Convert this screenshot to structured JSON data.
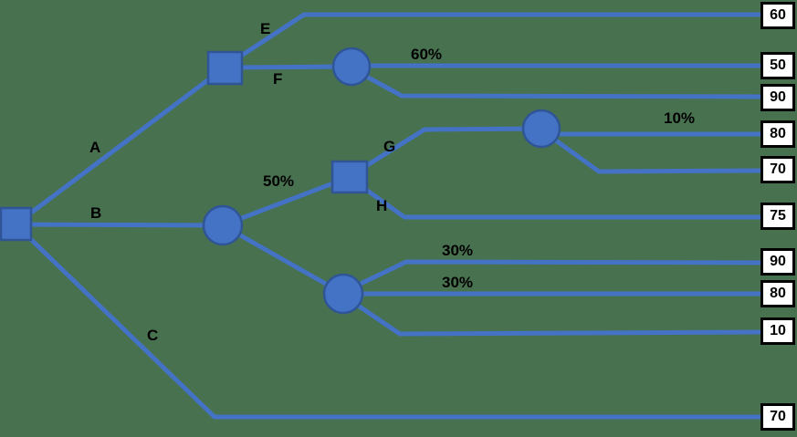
{
  "colors": {
    "background": "#48714F",
    "connector": "#4472C4",
    "node_fill": "#4472C4",
    "node_border": "#2F5597",
    "terminal_border": "#000000",
    "terminal_fill": "#FFFFFF",
    "text": "#000000"
  },
  "tree": {
    "branch_labels": {
      "A": "A",
      "B": "B",
      "C": "C",
      "E": "E",
      "F": "F",
      "G": "G",
      "H": "H"
    },
    "probability_labels": {
      "f_top": "60%",
      "b_up": "50%",
      "g_top": "10%",
      "lower_top": "30%",
      "lower_mid": "30%"
    },
    "terminals": [
      "60",
      "50",
      "90",
      "80",
      "70",
      "75",
      "90",
      "80",
      "10",
      "70"
    ]
  }
}
